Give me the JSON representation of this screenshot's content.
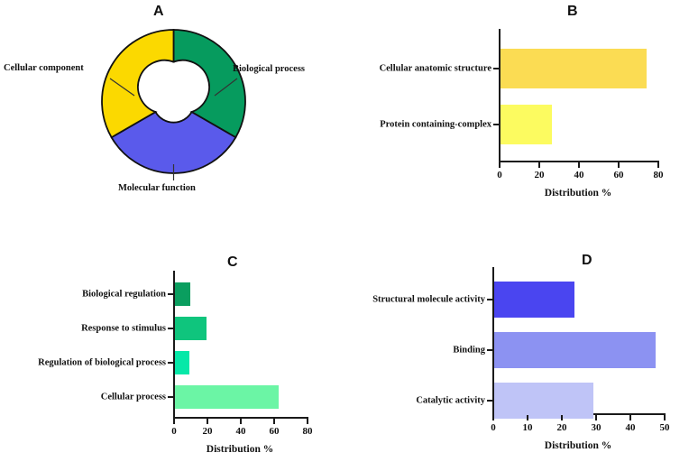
{
  "figure": {
    "panels": [
      "A",
      "B",
      "C",
      "D"
    ]
  },
  "panel_a": {
    "letter": "A",
    "labels": {
      "cellular_component": "Cellular component",
      "biological_process": "Biological process",
      "molecular_function": "Molecular function"
    }
  },
  "panel_b": {
    "letter": "B",
    "xlabel": "Distribution %"
  },
  "panel_c": {
    "letter": "C",
    "xlabel": "Distribution %"
  },
  "panel_d": {
    "letter": "D",
    "xlabel": "Distribution %"
  },
  "chart_data": [
    {
      "panel": "A",
      "type": "pie",
      "title": "A",
      "donut": true,
      "categories": [
        "Biological process",
        "Molecular function",
        "Cellular component"
      ],
      "values": [
        33.3,
        33.3,
        33.4
      ],
      "colors": [
        "#069B5E",
        "#5A5AEB",
        "#FBD900"
      ],
      "start_angle_deg": 0,
      "legend": "leader-lines",
      "xlabel": "",
      "ylabel": ""
    },
    {
      "panel": "B",
      "type": "bar",
      "orientation": "horizontal",
      "title": "B",
      "categories": [
        "Cellular anatomic structure",
        "Protein containing-complex"
      ],
      "values": [
        73.5,
        25.8
      ],
      "colors": [
        "#FBDC53",
        "#FCFB60"
      ],
      "xlabel": "Distribution %",
      "ylabel": "",
      "xlim": [
        0,
        80
      ],
      "xticks": [
        0,
        20,
        40,
        60,
        80
      ],
      "grid": false
    },
    {
      "panel": "C",
      "type": "bar",
      "orientation": "horizontal",
      "title": "C",
      "categories": [
        "Biological regulation",
        "Response to stimulus",
        "Regulation of biological process",
        "Cellular process"
      ],
      "values": [
        9.0,
        19.0,
        8.6,
        62.0
      ],
      "colors": [
        "#0A9E5F",
        "#0FC57D",
        "#06E8A8",
        "#6BF5A5"
      ],
      "xlabel": "Distribution %",
      "ylabel": "",
      "xlim": [
        0,
        80
      ],
      "xticks": [
        0,
        20,
        40,
        60,
        80
      ],
      "grid": false
    },
    {
      "panel": "D",
      "type": "bar",
      "orientation": "horizontal",
      "title": "D",
      "categories": [
        "Structural molecule activity",
        "Binding",
        "Catalytic activity"
      ],
      "values": [
        23.5,
        47.0,
        29.0
      ],
      "colors": [
        "#4A45F0",
        "#8C92F2",
        "#BFC4F7"
      ],
      "xlabel": "Distribution %",
      "ylabel": "",
      "xlim": [
        0,
        50
      ],
      "xticks": [
        0,
        10,
        20,
        30,
        40,
        50
      ],
      "grid": false
    }
  ]
}
